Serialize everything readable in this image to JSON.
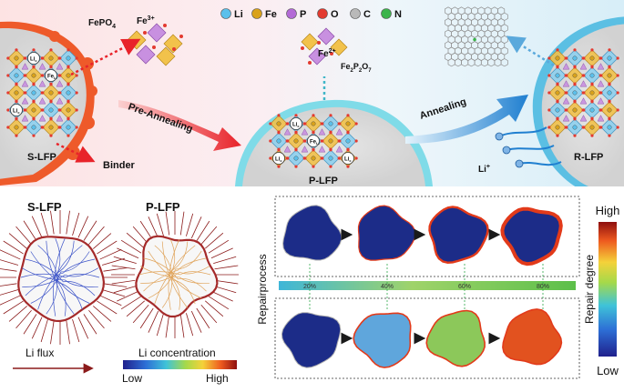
{
  "legend": [
    {
      "symbol": "Li",
      "label": "Li",
      "color": "#5bc0eb"
    },
    {
      "symbol": "Fe",
      "label": "Fe",
      "color": "#d9a21b"
    },
    {
      "symbol": "P",
      "label": "P",
      "color": "#b36ad6"
    },
    {
      "symbol": "O",
      "label": "O",
      "color": "#e33a2f"
    },
    {
      "symbol": "C",
      "label": "C",
      "color": "#b9b9b9"
    },
    {
      "symbol": "N",
      "label": "N",
      "color": "#3cb44b"
    }
  ],
  "top": {
    "s_lfp": "S-LFP",
    "fepo4": "FePO",
    "fepo4_sub": "4",
    "fe3_ion": "Fe",
    "fe3_sup": "3+",
    "binder": "Binder",
    "pre_annealing": "Pre-Annealing",
    "fe2_ion": "Fe",
    "fe2_sup": "2+",
    "fe2p2o7": [
      "Fe",
      "2",
      "P",
      "2",
      "O",
      "7"
    ],
    "p_lfp": "P-LFP",
    "annealing": "Annealing",
    "li_ion": "Li",
    "li_sup": "+",
    "r_lfp": "R-LFP",
    "li_site": "Li",
    "li_site_sub": "c",
    "fe_site": "Fe",
    "fe_site_sub": "Li"
  },
  "bottom": {
    "s_lfp": "S-LFP",
    "p_lfp": "P-LFP",
    "li_flux": "Li flux",
    "li_conc_title": "Li concentration",
    "li_conc_low": "Low",
    "li_conc_high": "High",
    "repair_process": "Repairprocess",
    "progress_marks": [
      "20%",
      "40%",
      "60%",
      "80%"
    ],
    "repair_high": "High",
    "repair_label": "Repair degree",
    "repair_low": "Low"
  },
  "colors": {
    "legend_li": "#5bc0eb",
    "legend_fe": "#d9a21b",
    "legend_p": "#b36ad6",
    "legend_o": "#e33a2f",
    "legend_c": "#b9b9b9",
    "legend_n": "#3cb44b",
    "binder": "#ee5a2a",
    "p_coat": "#7fdbe8",
    "r_coat": "#5bbfe3",
    "arrow_red": "#e8232a",
    "arrow_blue": "#1f7fd0",
    "flux_lines": "#8b1a1a"
  },
  "repair_row2_fill": [
    "#1c2c88",
    "#5fa6dc",
    "#8cc85a",
    "#e2521f"
  ]
}
